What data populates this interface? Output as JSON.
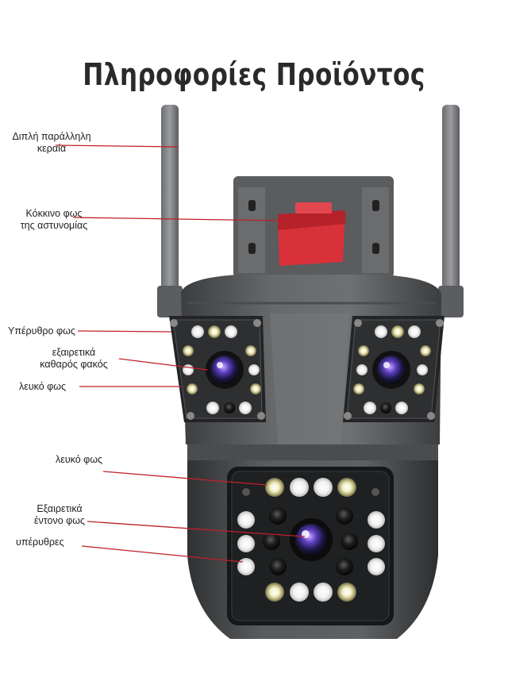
{
  "title": "Πληροφορίες Προϊόντος",
  "labels": {
    "antenna_line1": "Διπλή παράλληλη",
    "antenna_line2": "κεραία",
    "police_line1": "Κόκκινο φως",
    "police_line2": "της αστυνομίας",
    "infrared": "Υπέρυθρο φως",
    "lens_line1": "εξαιρετικά",
    "lens_line2": "καθαρός φακός",
    "white_light_top": "λευκό φως",
    "white_light_bottom": "λευκό φως",
    "strong_line1": "Εξαιρετικά",
    "strong_line2": "έντονο φως",
    "infrared_bottom": "υπέρυθρες"
  },
  "colors": {
    "line": "#c0202a",
    "body": "#555759",
    "red_light": "#d8313a"
  }
}
